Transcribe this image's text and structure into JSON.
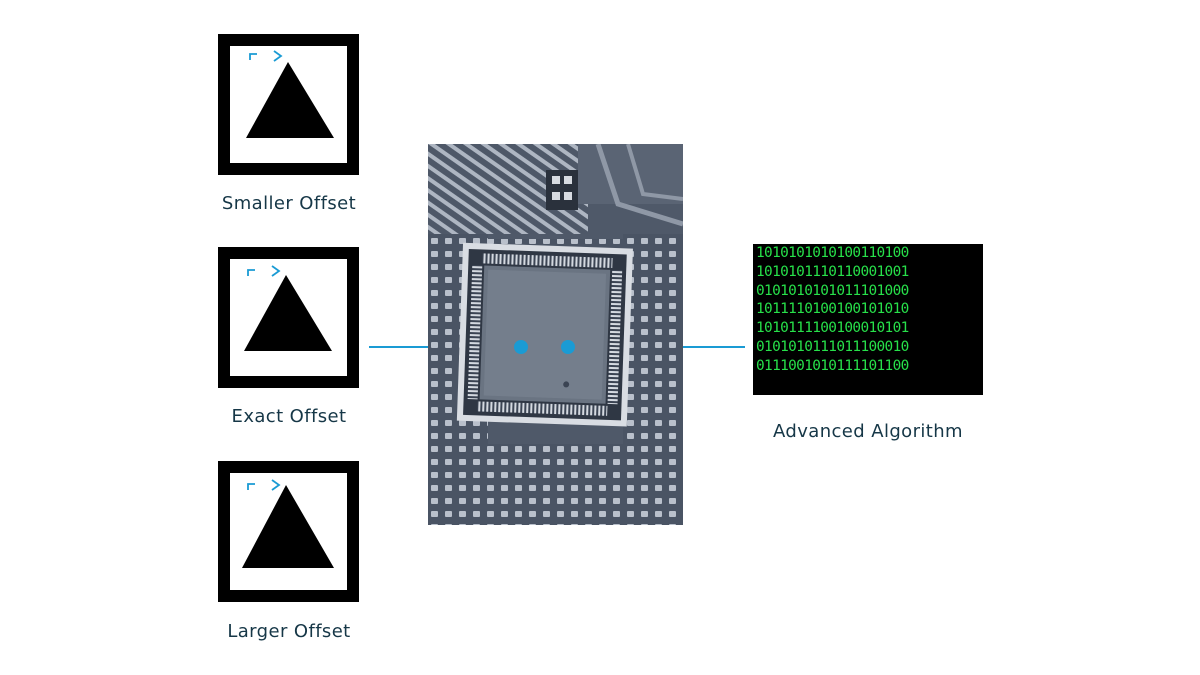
{
  "panels": [
    {
      "caption": "Smaller Offset",
      "icon": "triangle-in-square-icon"
    },
    {
      "caption": "Exact Offset",
      "icon": "triangle-in-square-icon"
    },
    {
      "caption": "Larger Offset",
      "icon": "triangle-in-square-icon"
    }
  ],
  "chip": {
    "icon": "processor-chip-icon"
  },
  "algorithm": {
    "caption": "Advanced Algorithm",
    "binary_lines": [
      "1010101010100110100",
      "1010101110110001001",
      "0101010101011101000",
      "1011110100100101010",
      "1010111100100010101",
      "0101010111011100010",
      "0111001010111101100"
    ]
  },
  "colors": {
    "accent": "#1a9bd4",
    "binary_text": "#27e04a",
    "caption_text": "#163747"
  }
}
